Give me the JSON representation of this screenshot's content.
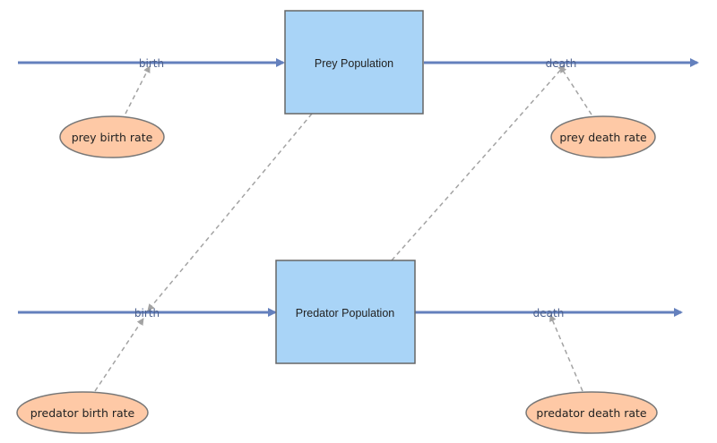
{
  "diagram": {
    "stocks": {
      "prey": {
        "label": "Prey Population"
      },
      "predator": {
        "label": "Predator Population"
      }
    },
    "flows": {
      "prey_birth": {
        "label": "birth"
      },
      "prey_death": {
        "label": "death"
      },
      "predator_birth": {
        "label": "birth"
      },
      "predator_death": {
        "label": "death"
      }
    },
    "variables": {
      "prey_birth_rate": {
        "label": "prey birth rate"
      },
      "prey_death_rate": {
        "label": "prey death rate"
      },
      "predator_birth_rate": {
        "label": "predator birth rate"
      },
      "predator_death_rate": {
        "label": "predator death rate"
      }
    },
    "colors": {
      "stock_fill": "#a9d4f7",
      "variable_fill": "#fec9a6",
      "flow": "#6480bd",
      "link": "#a3a3a3"
    }
  }
}
